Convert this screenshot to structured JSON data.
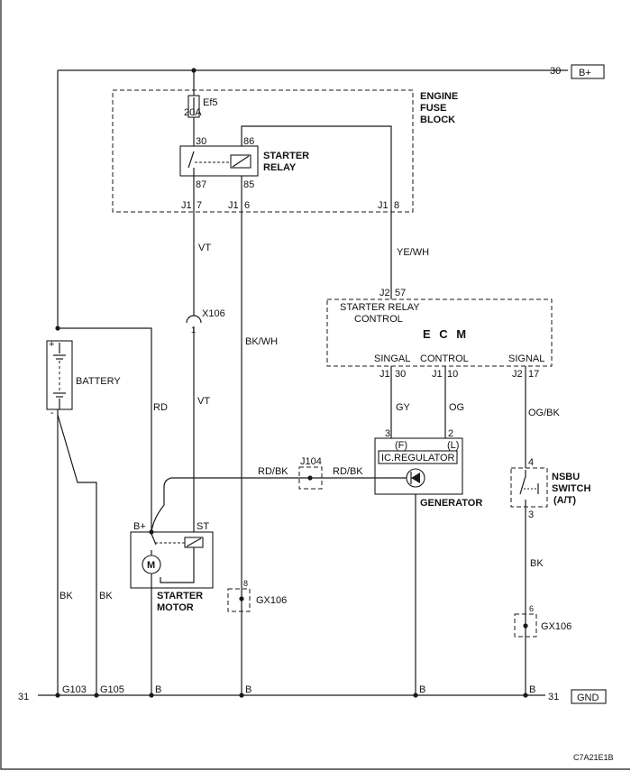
{
  "rails": {
    "top_number": "30",
    "top_label": "B+",
    "bottom_number_left": "31",
    "bottom_number_right": "31",
    "bottom_label": "GND"
  },
  "fuse_block": {
    "title_line1": "ENGINE",
    "title_line2": "FUSE",
    "title_line3": "BLOCK",
    "fuse_name": "Ef5",
    "fuse_rating": "20A",
    "relay_line1": "STARTER",
    "relay_line2": "RELAY",
    "pin_30": "30",
    "pin_86": "86",
    "pin_87": "87",
    "pin_85": "85",
    "conn_j1_a": "J1",
    "pin_7": "7",
    "conn_j1_b": "J1",
    "pin_6": "6",
    "conn_j1_c": "J1",
    "pin_8": "8"
  },
  "wires": {
    "vt_upper": "VT",
    "vt_lower": "VT",
    "ye_wh": "YE/WH",
    "bk_wh": "BK/WH",
    "rd": "RD",
    "rd_bk_left": "RD/BK",
    "rd_bk_right": "RD/BK",
    "gy": "GY",
    "og": "OG",
    "og_bk": "OG/BK",
    "bk_batt1": "BK",
    "bk_batt2": "BK",
    "bk_nsbu": "BK"
  },
  "ecm": {
    "title": "E C M",
    "control_line1": "STARTER RELAY",
    "control_line2": "CONTROL",
    "conn_top": "J2",
    "pin_top": "57",
    "signal1_label": "SINGAL",
    "control_label": "CONTROL",
    "signal2_label": "SIGNAL",
    "conn_bot1": "J1",
    "pin_30": "30",
    "conn_bot2": "J1",
    "pin_10": "10",
    "conn_bot3": "J2",
    "pin_17": "17"
  },
  "connectors": {
    "x106": "X106",
    "x106_pin": "1",
    "j104": "J104",
    "gx106_a": "GX106",
    "gx106_a_pin": "8",
    "gx106_b": "GX106",
    "gx106_b_pin": "6"
  },
  "battery": {
    "label": "BATTERY",
    "plus": "+",
    "minus": "-"
  },
  "generator": {
    "label": "GENERATOR",
    "regulator": "IC.REGULATOR",
    "pin_f": "(F)",
    "pin_l": "(L)",
    "pin_3": "3",
    "pin_2": "2"
  },
  "nsbu": {
    "line1": "NSBU",
    "line2": "SWITCH",
    "line3": "(A/T)",
    "pin_4": "4",
    "pin_3": "3"
  },
  "starter_motor": {
    "line1": "STARTER",
    "line2": "MOTOR",
    "b_plus": "B+",
    "st": "ST",
    "m": "M"
  },
  "grounds": {
    "g103": "G103",
    "g105": "G105",
    "b1": "B",
    "b2": "B",
    "b3": "B",
    "b4": "B"
  },
  "footer": {
    "code": "C7A21E1B"
  }
}
